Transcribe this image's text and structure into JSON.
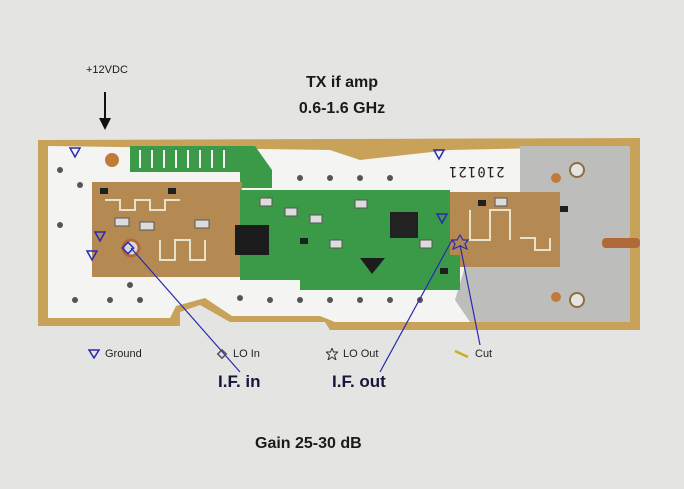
{
  "labels": {
    "power": "+12VDC",
    "title": "TX if amp",
    "frequency": "0.6-1.6 GHz",
    "gain": "Gain 25-30 dB",
    "if_in": "I.F. in",
    "if_out": "I.F. out",
    "serial": "210121"
  },
  "legend": {
    "ground": "Ground",
    "lo_in": "LO In",
    "lo_out": "LO Out",
    "cut": "Cut"
  },
  "colors": {
    "background": "#e4e4e2",
    "board_white": "#f4f4f2",
    "board_border": "#c9a25a",
    "copper": "#b48a52",
    "green_trace": "#3a9a48",
    "silver": "#bfbfbf",
    "annotation_blue": "#2a2ab0"
  }
}
